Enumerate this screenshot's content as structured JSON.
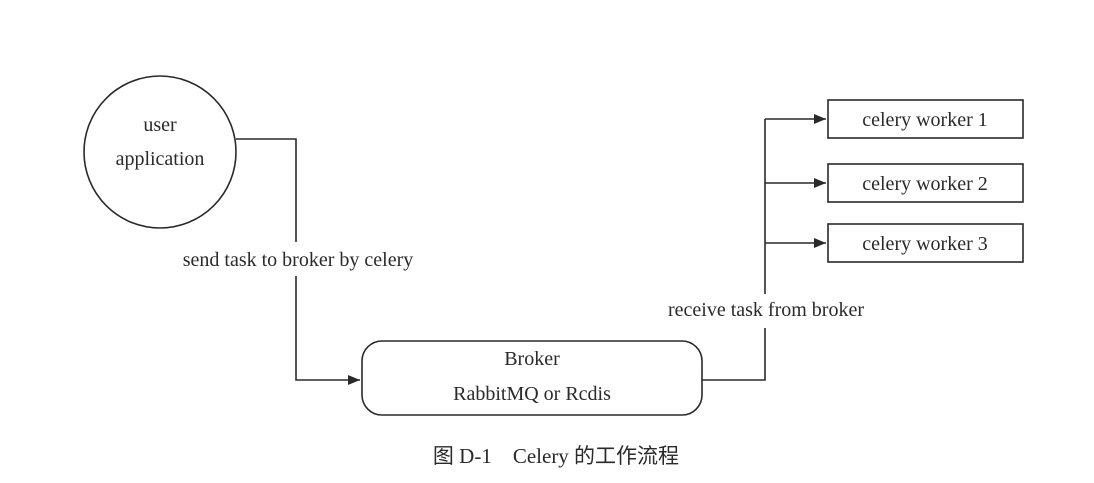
{
  "diagram": {
    "nodes": {
      "user_app": {
        "lines": [
          "user",
          "application"
        ]
      },
      "broker": {
        "lines": [
          "Broker",
          "RabbitMQ or Rcdis"
        ]
      },
      "workers": [
        {
          "label": "celery worker 1"
        },
        {
          "label": "celery worker 2"
        },
        {
          "label": "celery worker 3"
        }
      ]
    },
    "edges": {
      "send": {
        "label": "send task to broker by celery"
      },
      "receive": {
        "label": "receive task from broker"
      }
    },
    "caption": "图 D-1    Celery 的工作流程"
  }
}
